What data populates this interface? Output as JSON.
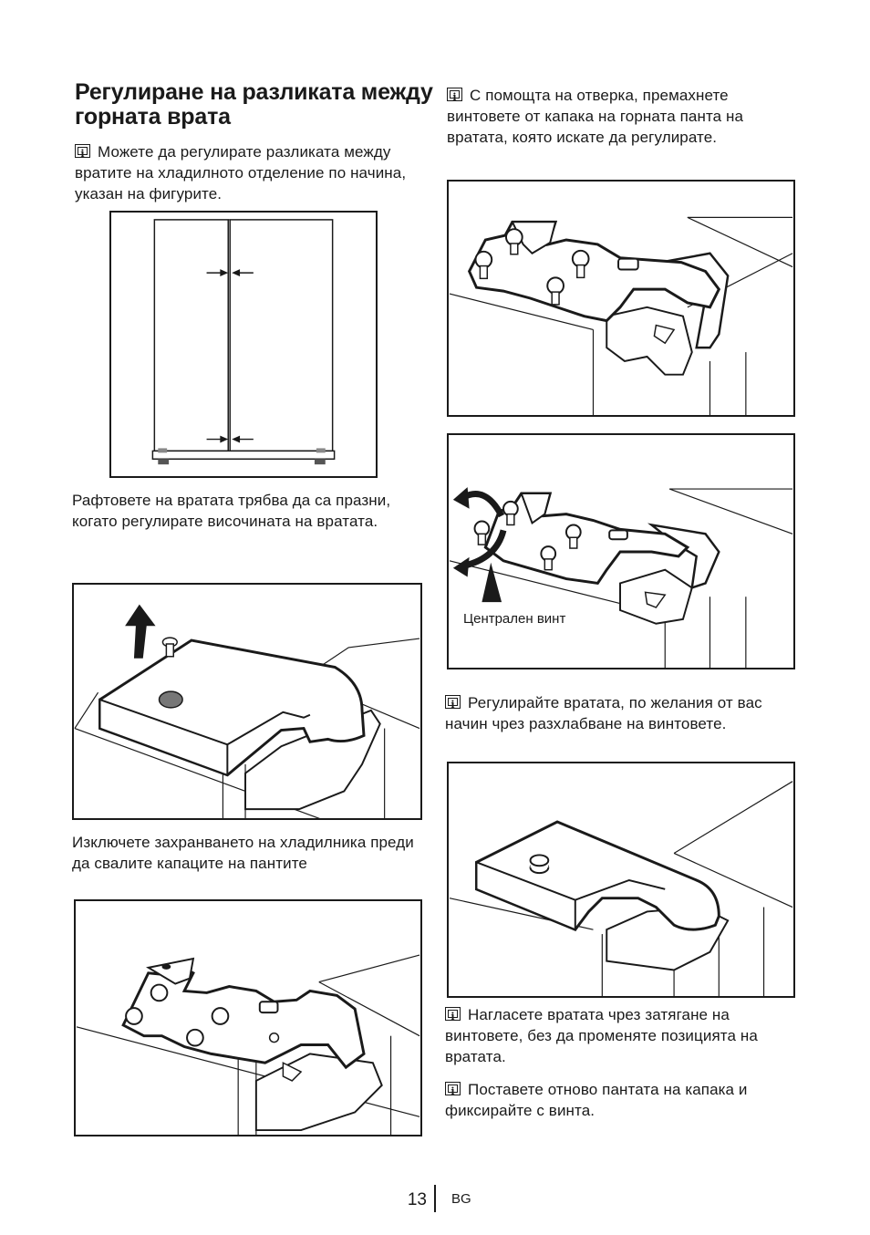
{
  "title": "Регулиране на разликата между горната врата",
  "left_column": {
    "intro": "Можете да регулирате разликата между вратите на хладилното отделение по начина, указан на фигурите.",
    "shelves_note": "Рафтовете на вратата трябва да са празни, когато регулирате височината на вратата.",
    "power_note": "Изключете захранването на хладилника преди да свалите капаците на пантите"
  },
  "right_column": {
    "step_screwdriver": "С помощта на отверка, премахнете винтовете от капака на горната панта на вратата, която искате да регулирате.",
    "center_screw_label": "Централен винт",
    "step_adjust": "Регулирайте вратата, по желания от вас начин чрез разхлабване на винтовете.",
    "step_tighten": "Нагласете вратата чрез затягане на винтовете, без да променяте позицията на вратата.",
    "step_refit": "Поставете отново пантата на капака и фиксирайте с винта."
  },
  "icons": [
    "info-icon",
    "arrow-icon",
    "rotate-arrow-icon"
  ],
  "footer": {
    "page_number": "13",
    "language": "BG"
  }
}
